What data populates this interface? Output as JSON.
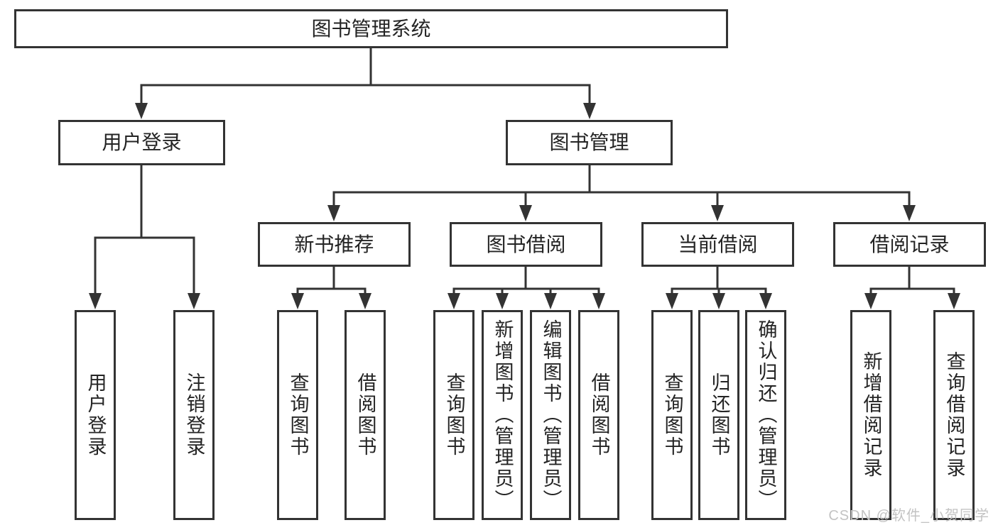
{
  "diagram": {
    "root": {
      "label": "图书管理系统"
    },
    "branches": [
      {
        "label": "用户登录",
        "children": [
          {
            "label": "用户登录"
          },
          {
            "label": "注销登录"
          }
        ]
      },
      {
        "label": "图书管理",
        "children": [
          {
            "label": "新书推荐",
            "children": [
              {
                "label": "查询图书"
              },
              {
                "label": "借阅图书"
              }
            ]
          },
          {
            "label": "图书借阅",
            "children": [
              {
                "label": "查询图书"
              },
              {
                "label": "新增图书（管理员）"
              },
              {
                "label": "编辑图书（管理员）"
              },
              {
                "label": "借阅图书"
              }
            ]
          },
          {
            "label": "当前借阅",
            "children": [
              {
                "label": "查询图书"
              },
              {
                "label": "归还图书"
              },
              {
                "label": "确认归还（管理员）"
              }
            ]
          },
          {
            "label": "借阅记录",
            "children": [
              {
                "label": "新增借阅记录"
              },
              {
                "label": "查询借阅记录"
              }
            ]
          }
        ]
      }
    ]
  },
  "watermark": {
    "text": "CSDN @软件_小贺同学"
  },
  "colors": {
    "line": "#333333",
    "text": "#242424",
    "background": "#ffffff",
    "watermark": "#c3c3c3"
  }
}
